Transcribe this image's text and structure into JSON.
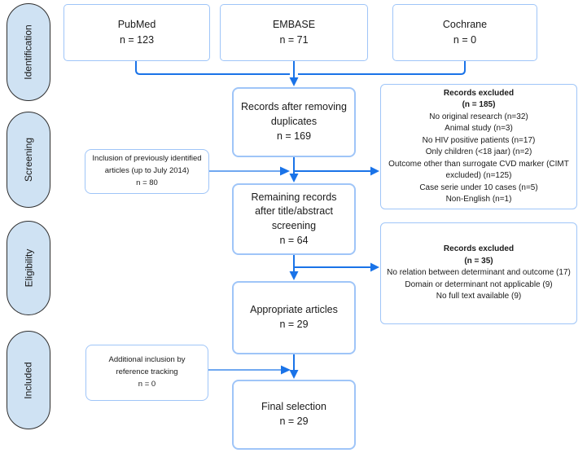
{
  "palette": {
    "arrow_blue": "#1a73e8",
    "box_border_blue": "#9fc5f8",
    "stage_fill": "#cfe2f3",
    "stage_border": "#2f2f2f"
  },
  "stages": [
    {
      "label": "Identification"
    },
    {
      "label": "Screening"
    },
    {
      "label": "Eligibility"
    },
    {
      "label": "Included"
    }
  ],
  "sources": [
    {
      "name": "PubMed",
      "count": "n = 123"
    },
    {
      "name": "EMBASE",
      "count": "n = 71"
    },
    {
      "name": "Cochrane",
      "count": "n = 0"
    }
  ],
  "flow": {
    "dedup": {
      "line1": "Records after removing",
      "line2": "duplicates",
      "count": "n = 169"
    },
    "remaining": {
      "line1": "Remaining records",
      "line2": "after title/abstract",
      "line3": "screening",
      "count": "n = 64"
    },
    "appropriate": {
      "line1": "Appropriate articles",
      "count": "n = 29"
    },
    "final": {
      "line1": "Final selection",
      "count": "n = 29"
    }
  },
  "side_inclusions": [
    {
      "line1": "Inclusion of previously identified",
      "line2": "articles (up to July 2014)",
      "count": "n = 80"
    },
    {
      "line1": "Additional inclusion by",
      "line2": "reference tracking",
      "count": "n = 0"
    }
  ],
  "exclusions": [
    {
      "title": "Records excluded",
      "subtitle": "(n = 185)",
      "reasons": [
        "No original research (n=32)",
        "Animal study (n=3)",
        "No HIV positive patients (n=17)",
        "Only children (<18 jaar) (n=2)",
        "Outcome other than surrogate CVD marker (CIMT excluded) (n=125)",
        "Case serie under 10 cases (n=5)",
        "Non-English (n=1)"
      ]
    },
    {
      "title": "Records excluded",
      "subtitle": "(n = 35)",
      "reasons": [
        "No relation between determinant and outcome (17)",
        "Domain or determinant not applicable (9)",
        "No full text available (9)"
      ]
    }
  ]
}
